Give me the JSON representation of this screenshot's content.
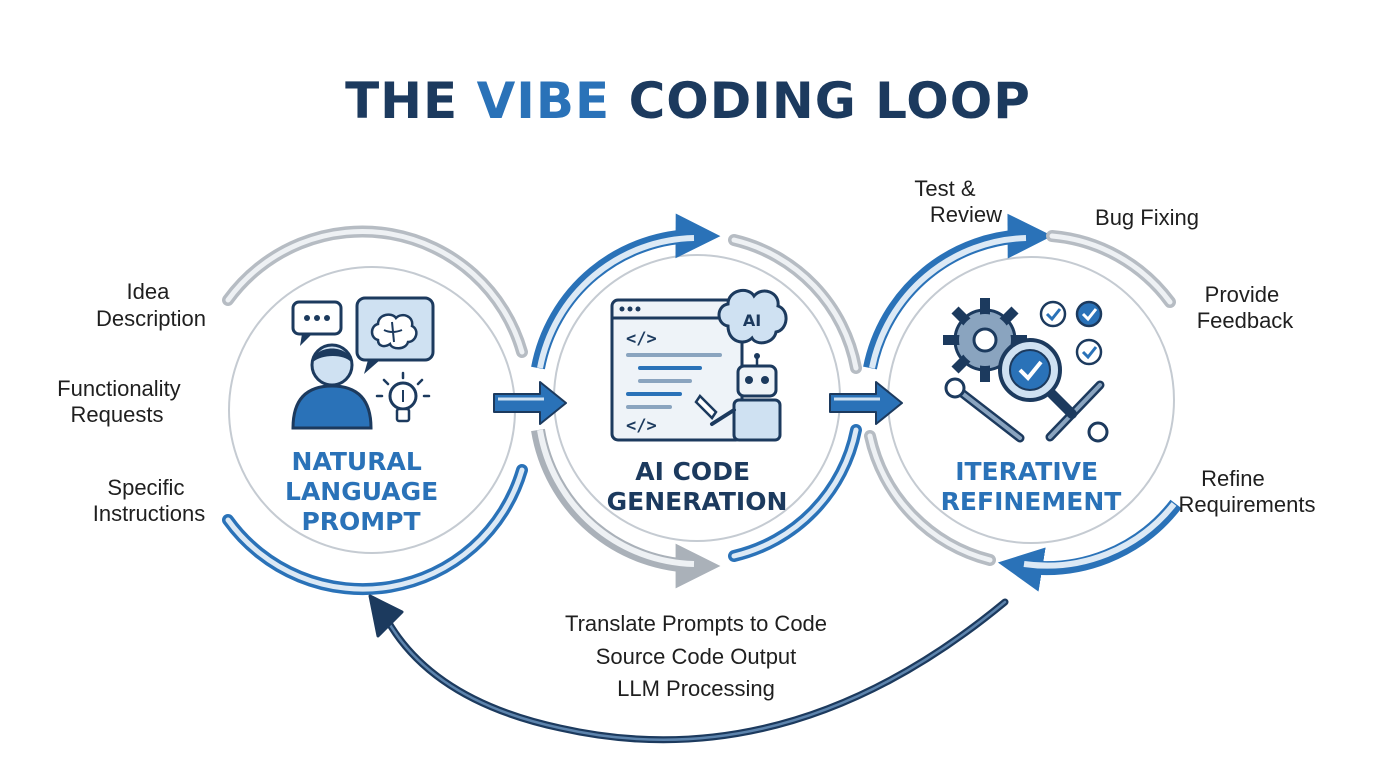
{
  "title": {
    "part1": "THE ",
    "highlight": "VIBE",
    "part2": " CODING LOOP"
  },
  "colors": {
    "navy": "#1c3a5e",
    "accent": "#2a72b8",
    "gray_arc": "#b6bcc3",
    "light_blue": "#dce9f5"
  },
  "stages": [
    {
      "line1": "NATURAL",
      "line2": "LANGUAGE",
      "line3": "PROMPT",
      "icon": "person-with-speech-bubbles-icon"
    },
    {
      "line1": "AI CODE",
      "line2": "GENERATION",
      "icon": "code-window-robot-icon",
      "badge": "AI",
      "code_tag": "</>"
    },
    {
      "line1": "ITERATIVE",
      "line2": "REFINEMENT",
      "icon": "gears-magnifier-wrenches-icon"
    }
  ],
  "left_labels": {
    "idea_1": "Idea",
    "idea_2": "Description",
    "func_1": "Functionality",
    "func_2": "Requests",
    "spec_1": "Specific",
    "spec_2": "Instructions"
  },
  "right_labels": {
    "test_1": "Test &",
    "test_2": "Review",
    "bug": "Bug Fixing",
    "feedback_1": "Provide",
    "feedback_2": "Feedback",
    "refine_1": "Refine",
    "refine_2": "Requirements"
  },
  "bottom_labels": {
    "line1": "Translate Prompts to Code",
    "line2": "Source Code Output",
    "line3": "LLM Processing"
  }
}
